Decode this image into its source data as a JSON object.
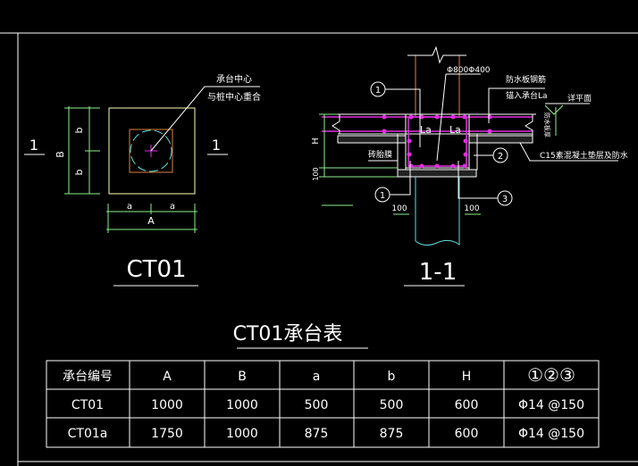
{
  "plan": {
    "title": "CT01",
    "section_mark": "1",
    "note_line1": "承台中心",
    "note_line2": "与桩中心重合",
    "dim_a": "a",
    "dim_A": "A",
    "dim_b": "b",
    "dim_B": "B"
  },
  "section": {
    "title": "1-1",
    "pile_label": "Φ800Φ400",
    "rebar_note_line1": "防水板钢筋",
    "rebar_note_line2": "锚入承台La",
    "level_note": "详平面",
    "slab_note": "防水板厚",
    "cushion_note": "C15素混凝土垫层及防水",
    "brick_note": "砖胎膜",
    "anchor_label": "La",
    "dim_H": "H",
    "dim_100": "100",
    "marks": [
      "1",
      "2",
      "3"
    ]
  },
  "table": {
    "title": "CT01承台表",
    "headers": [
      "承台编号",
      "A",
      "B",
      "a",
      "b",
      "H",
      "①②③"
    ],
    "rows": [
      [
        "CT01",
        "1000",
        "1000",
        "500",
        "500",
        "600",
        "Φ14 @150"
      ],
      [
        "CT01a",
        "1750",
        "1000",
        "875",
        "875",
        "600",
        "Φ14 @150"
      ]
    ]
  }
}
